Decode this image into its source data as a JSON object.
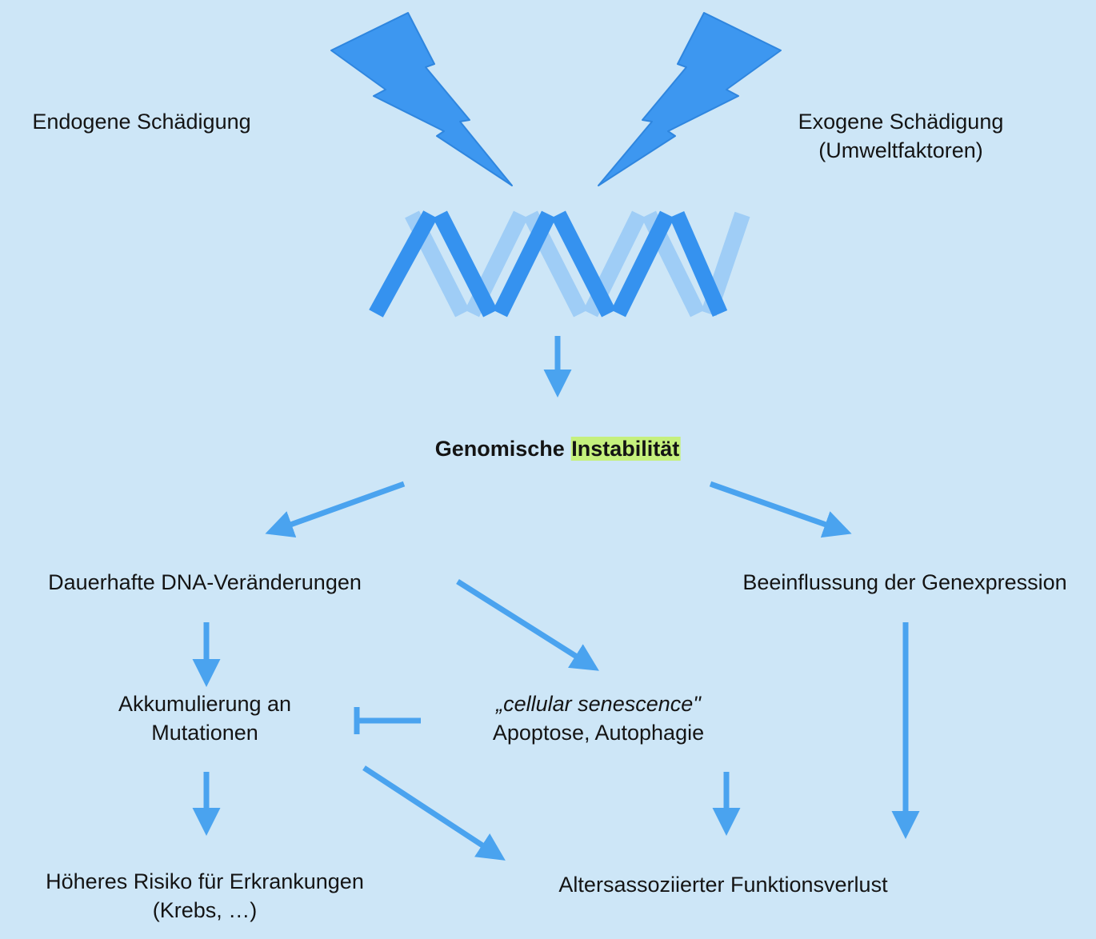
{
  "nodes": {
    "endogenous": {
      "line1": "Endogene Schädigung"
    },
    "exogenous": {
      "line1": "Exogene Schädigung",
      "line2": "(Umweltfaktoren)"
    },
    "genomic_instability": {
      "part1": "Genomische ",
      "part2_highlighted": "Instabilität"
    },
    "permanent_dna_changes": {
      "line1": "Dauerhafte DNA-Veränderungen"
    },
    "gene_expression": {
      "line1": "Beeinflussung der Genexpression"
    },
    "mutation_accumulation": {
      "line1": "Akkumulierung an",
      "line2": "Mutationen"
    },
    "senescence": {
      "line1": "„cellular senescence\"",
      "line2": "Apoptose, Autophagie"
    },
    "disease_risk": {
      "line1": "Höheres Risiko für Erkrankungen",
      "line2": "(Krebs, …)"
    },
    "functional_loss": {
      "line1": "Altersassoziierter Funktionsverlust"
    }
  },
  "icons": [
    "lightning-bolt-icon",
    "lightning-bolt-icon",
    "dna-double-helix-icon"
  ],
  "colors": {
    "background": "#cde6f7",
    "arrow": "#4aa3ef",
    "bolt": "#3d97f0",
    "dna_front": "#3592ef",
    "dna_back": "#9fcdf6",
    "highlight": "#c5f07d"
  }
}
